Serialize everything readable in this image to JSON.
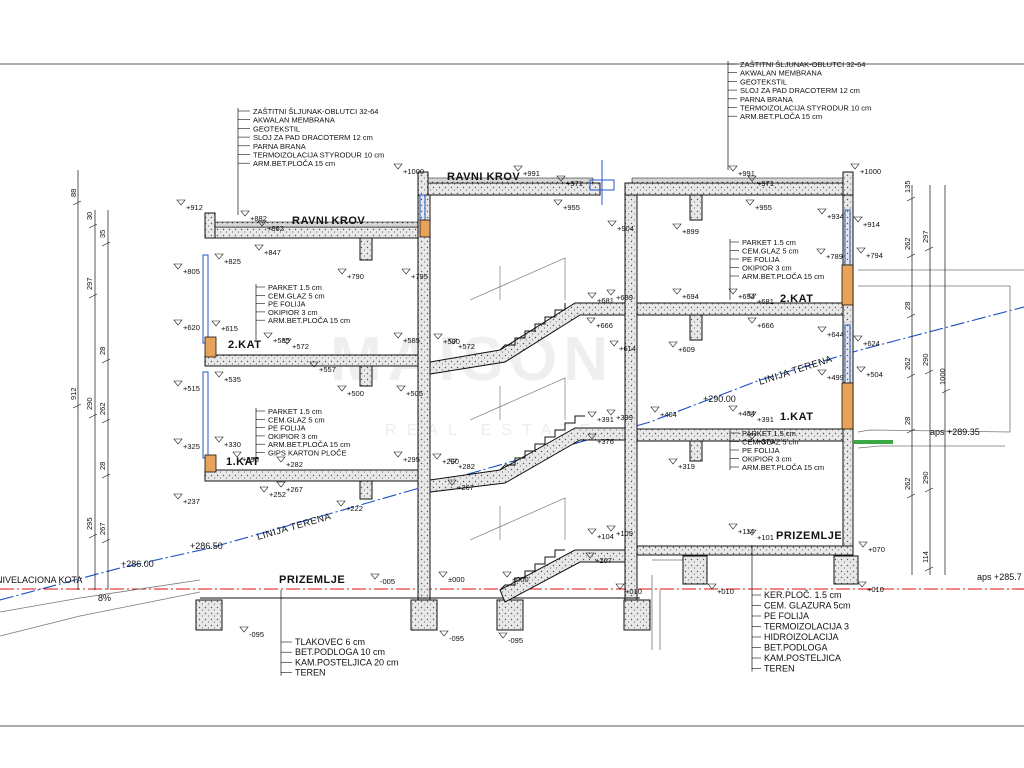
{
  "layer_notes": [
    {
      "id": "roof_left",
      "lines": [
        "ZAŠTITNI ŠLJUNAK-OBLUTCI 32-64",
        "AKWALAN MEMBRANA",
        "GEOTEKSTIL",
        "SLOJ ZA PAD DRACOTERM 12 cm",
        "PARNA BRANA",
        "TERMOIZOLACIJA STYRODUR 10 cm",
        "ARM.BET.PLOČA 15 cm"
      ]
    },
    {
      "id": "roof_right",
      "lines": [
        "ZAŠTITNI ŠLJUNAK-OBLUTCI 32-64",
        "AKWALAN MEMBRANA",
        "GEOTEKSTIL",
        "SLOJ ZA PAD DRACOTERM 12 cm",
        "PARNA BRANA",
        "TERMOIZOLACIJA STYRODUR 10 cm",
        "ARM.BET.PLOČA 15 cm"
      ]
    },
    {
      "id": "floor2_left",
      "lines": [
        "PARKET 1.5 cm",
        "CEM.GLAZ 5 cm",
        "PE FOLIJA",
        "OKIPIOR 3 cm",
        "ARM.BET.PLOČA 15 cm"
      ]
    },
    {
      "id": "floor1_left",
      "lines": [
        "PARKET 1.5 cm",
        "CEM.GLAZ 5 cm",
        "PE FOLIJA",
        "OKIPIOR 3 cm",
        "ARM.BET.PLOČA 15 cm",
        "GIPS KARTON PLOČE"
      ]
    },
    {
      "id": "floor2_right",
      "lines": [
        "PARKET 1.5 cm",
        "CEM.GLAZ 5 cm",
        "PE FOLIJA",
        "OKIPIOR 3 cm",
        "ARM.BET.PLOČA 15 cm"
      ]
    },
    {
      "id": "floor1_right",
      "lines": [
        "PARKET 1.5 cm",
        "CEM.GLAZ 5 cm",
        "PE FOLIJA",
        "OKIPIOR 3 cm",
        "ARM.BET.PLOČA 15 cm"
      ]
    },
    {
      "id": "ground_left",
      "lines": [
        "TLAKOVEC 6 cm",
        "BET.PODLOGA 10 cm",
        "KAM.POSTELJICA 20 cm",
        "TEREN"
      ]
    },
    {
      "id": "ground_right",
      "lines": [
        "KER.PLOČ. 1.5 cm",
        "CEM. GLAZURA 5cm",
        "PE FOLIJA",
        "TERMOIZOLACIJA 3",
        "HIDROIZOLACIJA",
        "BET.PODLOGA",
        "KAM.POSTELJICA",
        "TEREN"
      ]
    }
  ],
  "floor_labels": {
    "roof_left": "RAVNI KROV",
    "roof_mid": "RAVNI KROV",
    "kat2_left": "2.KAT",
    "kat2_right": "2.KAT",
    "kat1_left": "1.KAT",
    "kat1_right": "1.KAT",
    "prizemlje_left": "PRIZEMLJE",
    "prizemlje_right": "PRIZEMLJE"
  },
  "terrain": {
    "left": "LINIJA TERENA",
    "right": "LINIJA TERENA"
  },
  "ground_level": {
    "label": "NIVELACIONA KOTA",
    "slope": "8%"
  },
  "absolute_levels": [
    {
      "id": "a1",
      "text": "+286.00"
    },
    {
      "id": "a2",
      "text": "+286.50"
    },
    {
      "id": "a3",
      "text": "+290.00"
    },
    {
      "id": "a4",
      "text": "aps +289.35"
    },
    {
      "id": "a5",
      "text": "aps +285.7"
    }
  ],
  "dimensions": {
    "left": [
      "88",
      "30",
      "35",
      "297",
      "28",
      "912",
      "290",
      "262",
      "28",
      "295",
      "267"
    ],
    "right": [
      "135",
      "297",
      "262",
      "28",
      "1000",
      "290",
      "262",
      "28",
      "262",
      "290",
      "114"
    ]
  },
  "level_marks": [
    "+1000",
    "+991",
    "+971",
    "+955",
    "+1000",
    "+991",
    "+971",
    "+955",
    "+912",
    "+882",
    "+862",
    "+847",
    "+825",
    "+805",
    "+790",
    "+795",
    "+620",
    "+615",
    "+585",
    "+572",
    "+585",
    "+580",
    "+572",
    "+557",
    "+535",
    "+515",
    "+500",
    "+505",
    "+325",
    "+330",
    "+295",
    "+282",
    "+295",
    "+290",
    "+282",
    "+252",
    "+267",
    "+267",
    "+237",
    "+222",
    "+904",
    "+899",
    "+934",
    "+914",
    "+789",
    "+794",
    "+681",
    "+689",
    "+694",
    "+694",
    "+681",
    "+666",
    "+666",
    "+644",
    "+624",
    "+614",
    "+609",
    "+499",
    "+504",
    "+391",
    "+399",
    "+404",
    "+404",
    "+391",
    "+376",
    "+376",
    "+319",
    "+109",
    "+104",
    "+114",
    "+101",
    "+267",
    "±000",
    "-005",
    "±000",
    "-095",
    "-095",
    "-095",
    "+070",
    "+010",
    "+010",
    "+010"
  ],
  "watermark": {
    "main": "MAISON",
    "sub": "REAL ESTATE"
  }
}
